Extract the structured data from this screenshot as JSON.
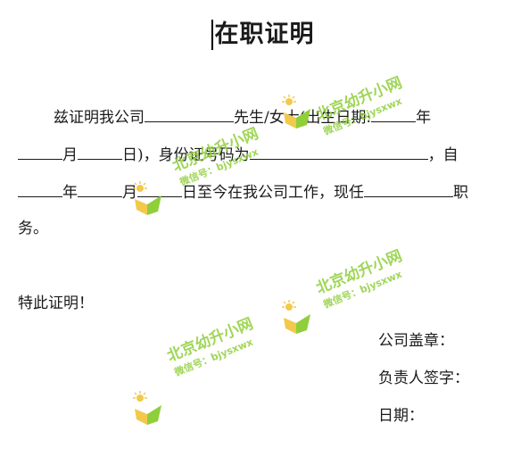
{
  "document": {
    "title": "在职证明",
    "line1": {
      "a": "兹证明我公司",
      "b": "先生/女士(出生日期:",
      "c": "年"
    },
    "line2": {
      "a": "月",
      "b": "日)，身份证号码为",
      "c": "，自"
    },
    "line3": {
      "a": "年",
      "b": "月",
      "c": "日至今在我公司工作，现任",
      "d": "职"
    },
    "line4": "务。",
    "closing": "特此证明！",
    "signature": {
      "seal": "公司盖章：",
      "signer": "负责人签字：",
      "date": "日期："
    }
  },
  "watermark": {
    "brand": "北京幼升小网",
    "wechat": "微信号：bjysxwx",
    "color": "#8fcf3a",
    "logo_colors": [
      "#f2c94c",
      "#8fcf3a"
    ]
  }
}
